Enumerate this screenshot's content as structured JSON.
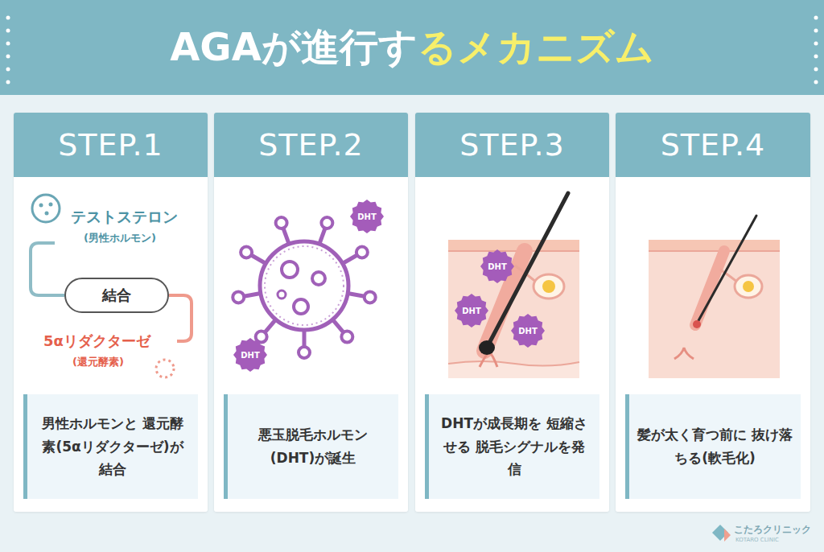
{
  "diagram": {
    "title": "AGAが進行するメカニズム",
    "nodes": [
      {
        "text": [
          "STEP.1"
        ]
      },
      {
        "text": [
          "結合"
        ],
        "in": 0
      },
      {
        "text": [
          "男性ホルモンと 還元酵素(5αリダクターゼ)が結合"
        ],
        "in": 0
      },
      {
        "text": [
          "STEP.2"
        ]
      },
      {
        "text": [
          "DHT"
        ],
        "in": 3
      },
      {
        "text": [
          "DHT"
        ],
        "in": 3
      },
      {
        "text": [
          "悪玉脱毛ホルモン (DHT)が誕生"
        ],
        "in": 3
      },
      {
        "text": [
          "STEP.3"
        ]
      },
      {
        "text": [
          "DHT"
        ],
        "in": 7
      },
      {
        "text": [
          "DHT"
        ],
        "in": 7
      },
      {
        "text": [
          "DHT"
        ],
        "in": 7
      },
      {
        "text": [
          "DHTが成長期を 短縮させる 脱毛シグナルを発信"
        ],
        "in": 7
      },
      {
        "text": [
          "STEP.4"
        ]
      },
      {
        "text": [
          "髪が太く育つ前に 抜け落ちる(軟毛化)"
        ],
        "in": 12
      }
    ],
    "labels": [
      "テストステロン",
      "(男性ホルモン)",
      "5αリダクターゼ",
      "(還元酵素)",
      "こたろクリニック",
      "KOTARO CLINIC"
    ]
  }
}
